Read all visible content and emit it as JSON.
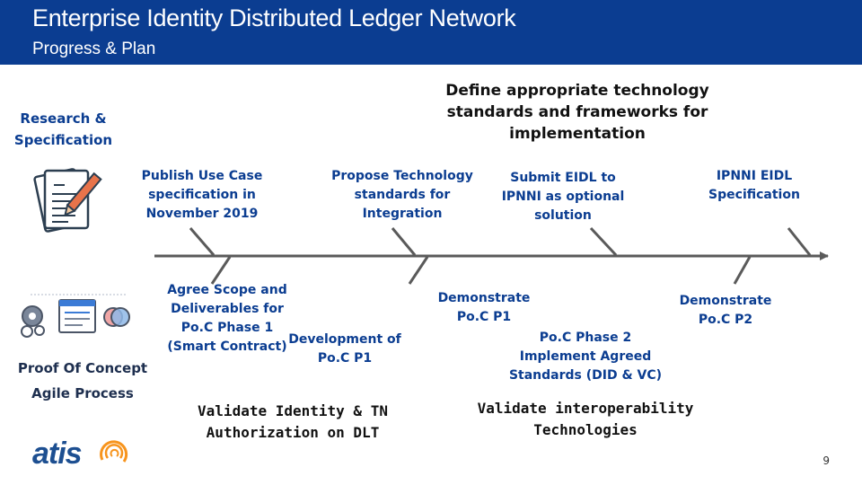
{
  "header": {
    "title": "Enterprise Identity Distributed Ledger Network",
    "subtitle": "Progress & Plan"
  },
  "left": {
    "research_label": "Research & Specification",
    "poc_label": "Proof Of Concept Agile Process"
  },
  "goals": {
    "technology_standards": "Define appropriate technology standards and frameworks for implementation",
    "validate_identity": "Validate Identity & TN Authorization on DLT",
    "validate_interoperability": "Validate interoperability Technologies"
  },
  "upper_milestones": [
    "Publish Use Case specification in November 2019",
    "Propose Technology standards for Integration",
    "Submit EIDL to IPNNI as optional solution",
    "IPNNI EIDL Specification"
  ],
  "lower_milestones": [
    "Agree Scope and Deliverables for Po.C Phase 1 (Smart Contract)",
    "Development of Po.C P1",
    "Demonstrate Po.C P1",
    "Po.C Phase 2 Implement Agreed Standards (DID & VC)",
    "Demonstrate Po.C P2"
  ],
  "logo": {
    "text": "atis",
    "color_text": "#1d4f91",
    "color_accent": "#f7941d"
  },
  "page_number": "9",
  "colors": {
    "header_bg": "#0b3d91",
    "text_blue": "#0b3d91",
    "line_gray": "#5a5a5a"
  },
  "icons": [
    "document-pencil-icon",
    "poc-process-icon",
    "atis-logo"
  ]
}
